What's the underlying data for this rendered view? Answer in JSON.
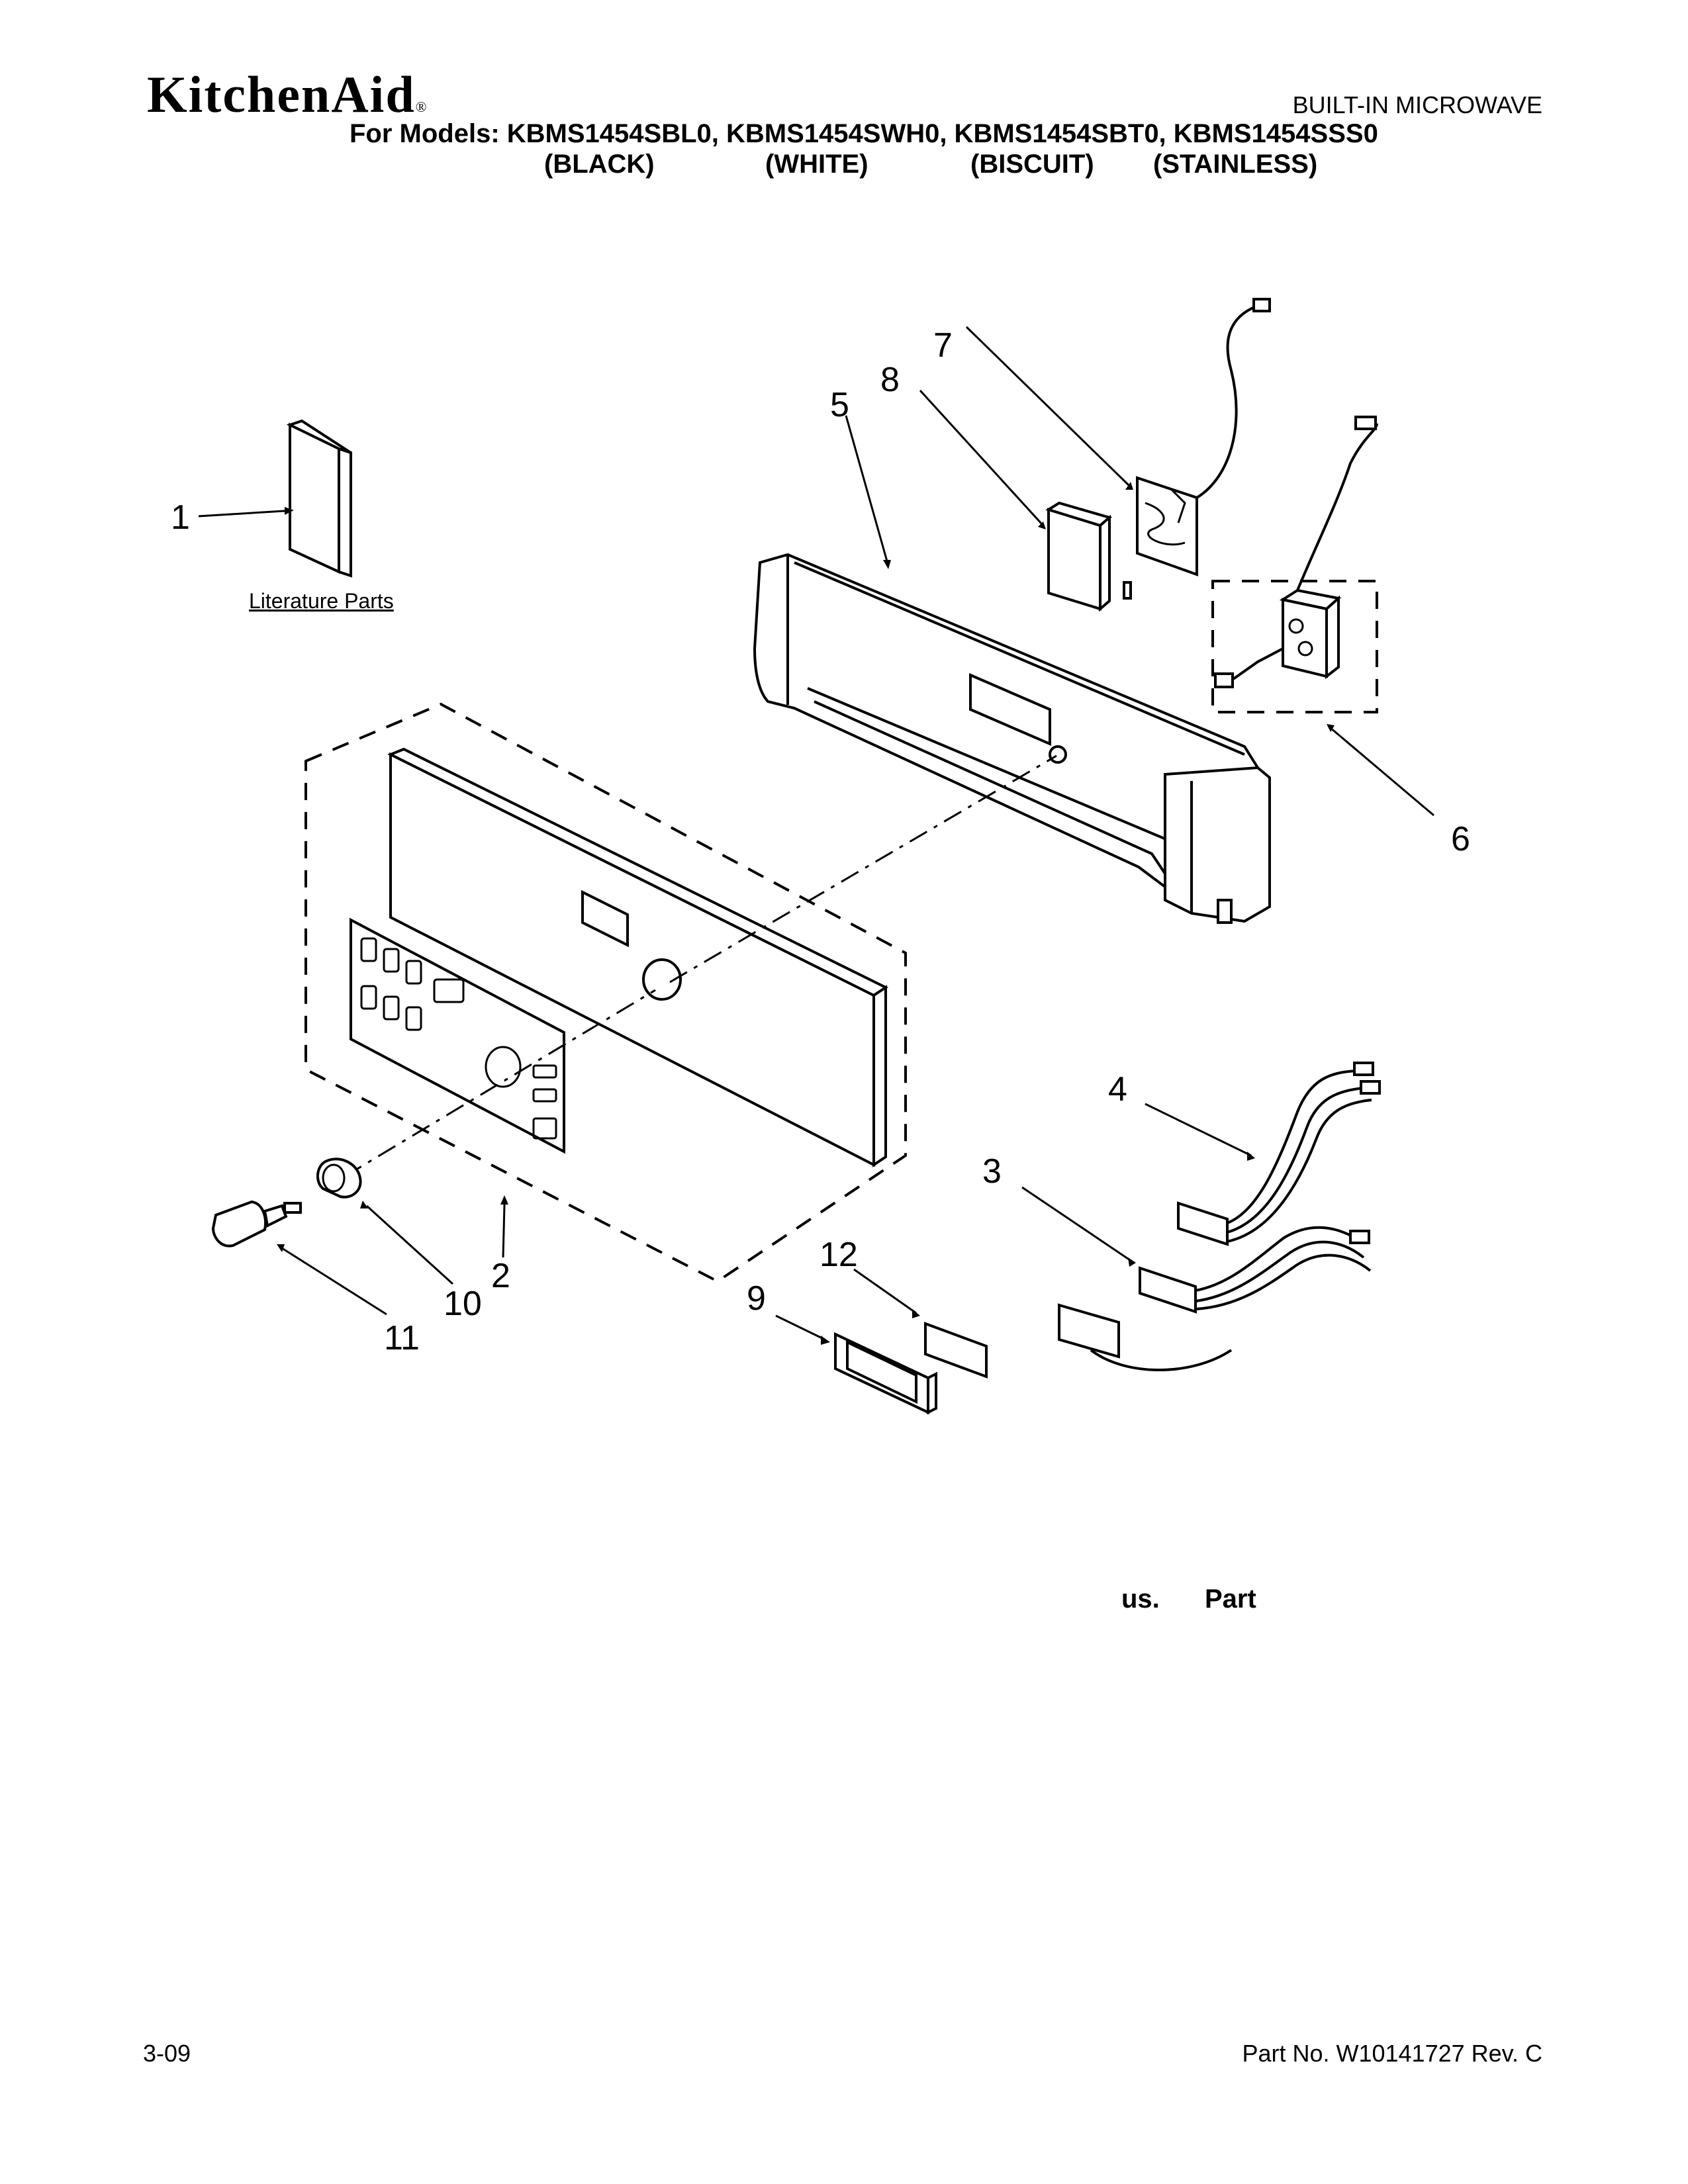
{
  "header": {
    "brand": "KitchenAid",
    "brand_mark": "®",
    "doc_type": "BUILT-IN MICROWAVE",
    "models_line": "For Models: KBMS1454SBL0, KBMS1454SWH0, KBMS1454SBT0, KBMS1454SSS0",
    "colors": [
      "(BLACK)",
      "(WHITE)",
      "(BISCUIT)",
      "(STAINLESS)"
    ]
  },
  "literature_label": "Literature Parts",
  "callouts": [
    "1",
    "2",
    "3",
    "4",
    "5",
    "6",
    "7",
    "8",
    "9",
    "10",
    "11",
    "12"
  ],
  "legend": {
    "left": "us.",
    "right": "Part"
  },
  "footer": {
    "date": "3-09",
    "part_no": "Part No. W10141727 Rev. C"
  }
}
